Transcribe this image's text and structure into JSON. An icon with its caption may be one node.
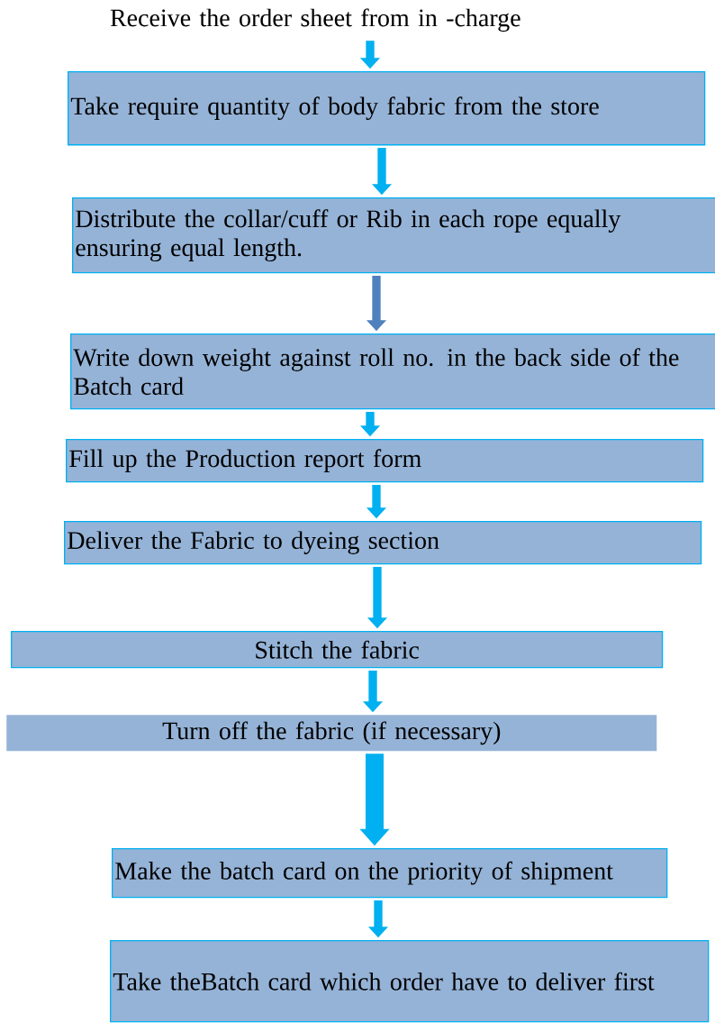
{
  "diagram": {
    "nodes": [
      {
        "text": [
          "Receive the order sheet from in -charge"
        ]
      },
      {
        "text": [
          "Take require quantity of body fabric from the store"
        ]
      },
      {
        "text": [
          "Distribute the collar/cuff or Rib in each rope equally ensuring equal length."
        ]
      },
      {
        "text": [
          "Write down weight against roll no. in the back side of the Batch card"
        ]
      },
      {
        "text": [
          "Fill up the Production report form"
        ]
      },
      {
        "text": [
          "Deliver the Fabric to dyeing section"
        ]
      },
      {
        "text": [
          "Stitch the fabric"
        ]
      },
      {
        "text": [
          "Turn off the fabric (if necessary)"
        ]
      },
      {
        "text": [
          "Make the batch card on the priority of shipment"
        ]
      },
      {
        "text": [
          "Take theBatch card which order have to deliver first"
        ]
      }
    ],
    "edges": [
      {
        "from": 0,
        "to": 1,
        "arrow": "to"
      },
      {
        "from": 1,
        "to": 2,
        "arrow": "to"
      },
      {
        "from": 2,
        "to": 3,
        "arrow": "to",
        "color": "#4f81bd"
      },
      {
        "from": 3,
        "to": 4,
        "arrow": "to"
      },
      {
        "from": 4,
        "to": 5,
        "arrow": "to"
      },
      {
        "from": 5,
        "to": 6,
        "arrow": "to"
      },
      {
        "from": 6,
        "to": 7,
        "arrow": "to"
      },
      {
        "from": 7,
        "to": 8,
        "arrow": "to",
        "style": "thick"
      },
      {
        "from": 8,
        "to": 9,
        "arrow": "to"
      }
    ]
  }
}
